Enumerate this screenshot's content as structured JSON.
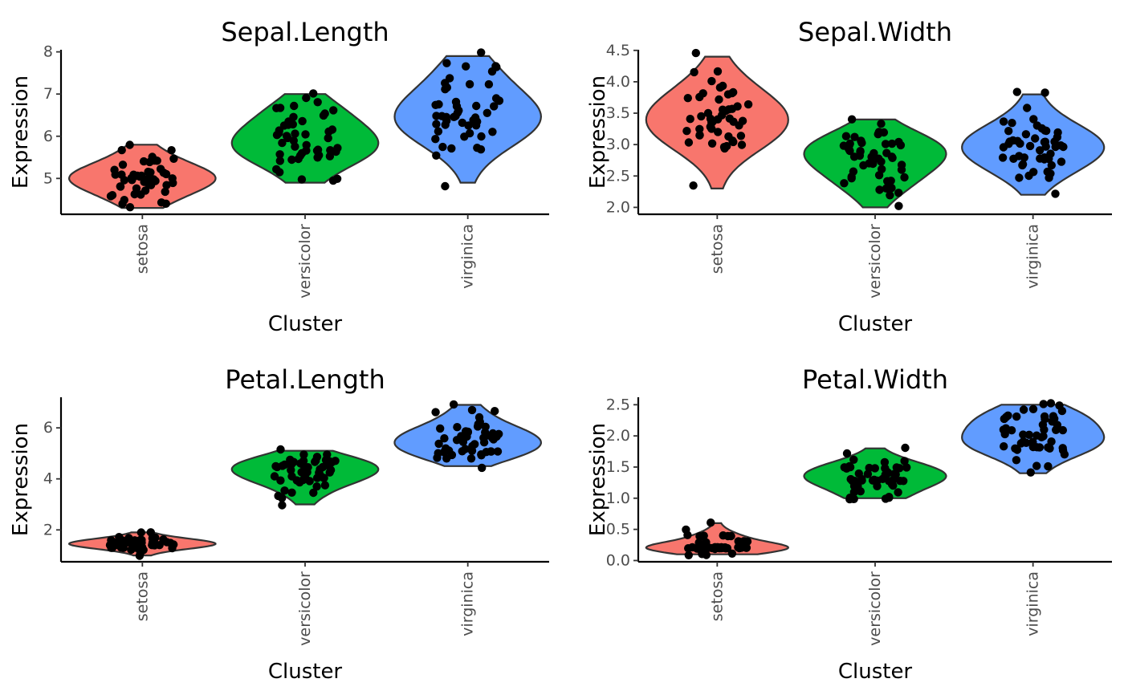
{
  "chart_data": [
    {
      "type": "violin",
      "title": "Sepal.Length",
      "xlabel": "Cluster",
      "ylabel": "Expression",
      "categories": [
        "setosa",
        "versicolor",
        "virginica"
      ],
      "yticks": [
        "5",
        "6",
        "7",
        "8"
      ],
      "ylim": [
        4.15,
        8.05
      ],
      "colors": [
        "#F8766D",
        "#00BA38",
        "#619CFF"
      ],
      "ranges": [
        [
          4.3,
          5.8
        ],
        [
          4.9,
          7.0
        ],
        [
          4.9,
          7.9
        ]
      ],
      "modes": [
        5.0,
        5.65,
        6.4
      ],
      "series": [
        {
          "name": "setosa",
          "values": [
            5.1,
            4.9,
            4.7,
            4.6,
            5.0,
            5.4,
            4.6,
            5.0,
            4.4,
            4.9,
            5.4,
            4.8,
            4.8,
            4.3,
            5.8,
            5.7,
            5.4,
            5.1,
            5.7,
            5.1,
            5.4,
            5.1,
            4.6,
            5.1,
            4.8,
            5.0,
            5.0,
            5.2,
            5.2,
            4.7,
            4.8,
            5.4,
            5.2,
            5.5,
            4.9,
            5.0,
            5.5,
            4.9,
            4.4,
            5.1,
            5.0,
            4.5,
            4.4,
            5.0,
            5.1,
            4.8,
            5.1,
            4.6,
            5.3,
            5.0
          ]
        },
        {
          "name": "versicolor",
          "values": [
            7.0,
            6.4,
            6.9,
            5.5,
            6.5,
            5.7,
            6.3,
            4.9,
            6.6,
            5.2,
            5.0,
            5.9,
            6.0,
            6.1,
            5.6,
            6.7,
            5.6,
            5.8,
            6.2,
            5.6,
            5.9,
            6.1,
            6.3,
            6.1,
            6.4,
            6.6,
            6.8,
            6.7,
            6.0,
            5.7,
            5.5,
            5.5,
            5.8,
            6.0,
            5.4,
            6.0,
            6.7,
            6.3,
            5.6,
            5.5,
            5.5,
            6.1,
            5.8,
            5.0,
            5.6,
            5.7,
            5.7,
            6.2,
            5.1,
            5.7
          ]
        },
        {
          "name": "virginica",
          "values": [
            6.3,
            5.8,
            7.1,
            6.3,
            6.5,
            7.6,
            4.9,
            7.3,
            6.7,
            7.2,
            6.5,
            6.4,
            6.8,
            5.7,
            5.8,
            6.4,
            6.5,
            7.7,
            7.7,
            6.0,
            6.9,
            5.6,
            7.7,
            6.3,
            6.7,
            7.2,
            6.2,
            6.1,
            6.4,
            7.2,
            7.4,
            7.9,
            6.4,
            6.3,
            6.1,
            7.7,
            6.3,
            6.4,
            6.0,
            6.9,
            6.7,
            6.9,
            5.8,
            6.8,
            6.7,
            6.7,
            6.3,
            6.5,
            6.2,
            5.9
          ]
        }
      ]
    },
    {
      "type": "violin",
      "title": "Sepal.Width",
      "xlabel": "Cluster",
      "ylabel": "Expression",
      "categories": [
        "setosa",
        "versicolor",
        "virginica"
      ],
      "yticks": [
        "2.0",
        "2.5",
        "3.0",
        "3.5",
        "4.0",
        "4.5"
      ],
      "ylim": [
        1.89,
        4.51
      ],
      "colors": [
        "#F8766D",
        "#00BA38",
        "#619CFF"
      ],
      "ranges": [
        [
          2.3,
          4.4
        ],
        [
          2.0,
          3.4
        ],
        [
          2.2,
          3.8
        ]
      ],
      "modes": [
        3.4,
        2.85,
        3.0
      ],
      "series": [
        {
          "name": "setosa",
          "values": [
            3.5,
            3.0,
            3.2,
            3.1,
            3.6,
            3.9,
            3.4,
            3.4,
            2.9,
            3.1,
            3.7,
            3.4,
            3.0,
            3.0,
            4.0,
            4.4,
            3.9,
            3.5,
            3.8,
            3.8,
            3.4,
            3.7,
            3.6,
            3.3,
            3.4,
            3.0,
            3.4,
            3.5,
            3.4,
            3.2,
            3.1,
            3.4,
            4.1,
            4.2,
            3.1,
            3.2,
            3.5,
            3.6,
            3.0,
            3.4,
            3.5,
            2.3,
            3.2,
            3.5,
            3.8,
            3.0,
            3.8,
            3.2,
            3.7,
            3.3
          ]
        },
        {
          "name": "versicolor",
          "values": [
            3.2,
            3.2,
            3.1,
            2.3,
            2.8,
            2.8,
            3.3,
            2.4,
            2.9,
            2.7,
            2.0,
            3.0,
            2.2,
            2.9,
            2.9,
            3.1,
            3.0,
            2.7,
            2.2,
            2.5,
            3.2,
            2.8,
            2.5,
            2.8,
            2.9,
            3.0,
            2.8,
            3.0,
            2.9,
            2.6,
            2.4,
            2.4,
            2.7,
            2.7,
            3.0,
            3.4,
            3.1,
            2.3,
            3.0,
            2.5,
            2.6,
            3.0,
            2.6,
            2.3,
            2.7,
            3.0,
            2.9,
            2.9,
            2.5,
            2.8
          ]
        },
        {
          "name": "virginica",
          "values": [
            3.3,
            2.7,
            3.0,
            2.9,
            3.0,
            3.0,
            2.5,
            2.9,
            2.5,
            3.6,
            3.2,
            2.7,
            3.0,
            2.5,
            2.8,
            3.2,
            3.0,
            3.8,
            2.6,
            2.2,
            3.2,
            2.8,
            2.8,
            2.7,
            3.3,
            3.2,
            2.8,
            3.0,
            2.8,
            3.0,
            2.8,
            3.8,
            2.8,
            2.8,
            2.6,
            3.0,
            3.4,
            3.1,
            3.0,
            3.1,
            3.1,
            3.1,
            2.7,
            3.2,
            3.3,
            3.0,
            2.5,
            3.0,
            3.4,
            3.0
          ]
        }
      ]
    },
    {
      "type": "violin",
      "title": "Petal.Length",
      "xlabel": "Cluster",
      "ylabel": "Expression",
      "categories": [
        "setosa",
        "versicolor",
        "virginica"
      ],
      "yticks": [
        "2",
        "4",
        "6"
      ],
      "ylim": [
        0.75,
        7.2
      ],
      "colors": [
        "#F8766D",
        "#00BA38",
        "#619CFF"
      ],
      "ranges": [
        [
          1.0,
          1.9
        ],
        [
          3.0,
          5.1
        ],
        [
          4.5,
          6.9
        ]
      ],
      "modes": [
        1.45,
        4.5,
        5.3
      ],
      "series": [
        {
          "name": "setosa",
          "values": [
            1.4,
            1.4,
            1.3,
            1.5,
            1.4,
            1.7,
            1.4,
            1.5,
            1.4,
            1.5,
            1.5,
            1.6,
            1.4,
            1.1,
            1.2,
            1.5,
            1.3,
            1.4,
            1.7,
            1.5,
            1.7,
            1.5,
            1.0,
            1.7,
            1.9,
            1.6,
            1.6,
            1.5,
            1.4,
            1.6,
            1.6,
            1.5,
            1.5,
            1.4,
            1.5,
            1.2,
            1.3,
            1.4,
            1.3,
            1.5,
            1.3,
            1.3,
            1.3,
            1.6,
            1.9,
            1.4,
            1.6,
            1.4,
            1.5,
            1.4
          ]
        },
        {
          "name": "versicolor",
          "values": [
            4.7,
            4.5,
            4.9,
            4.0,
            4.6,
            4.5,
            4.7,
            3.3,
            4.6,
            3.9,
            3.5,
            4.2,
            4.0,
            4.7,
            3.6,
            4.4,
            4.5,
            4.1,
            4.5,
            3.9,
            4.8,
            4.0,
            4.9,
            4.7,
            4.3,
            4.4,
            4.8,
            5.0,
            4.5,
            3.5,
            3.8,
            3.7,
            3.9,
            5.1,
            4.5,
            4.5,
            4.7,
            4.4,
            4.1,
            4.0,
            4.4,
            4.6,
            4.0,
            3.3,
            4.2,
            4.2,
            4.2,
            4.3,
            3.0,
            4.1
          ]
        },
        {
          "name": "virginica",
          "values": [
            6.0,
            5.1,
            5.9,
            5.6,
            5.8,
            6.6,
            4.5,
            6.3,
            5.8,
            6.1,
            5.1,
            5.3,
            5.5,
            5.0,
            5.1,
            5.3,
            5.5,
            6.7,
            6.9,
            5.0,
            5.7,
            4.9,
            6.7,
            4.9,
            5.7,
            6.0,
            4.8,
            4.9,
            5.6,
            5.8,
            6.1,
            6.4,
            5.6,
            5.1,
            5.6,
            6.1,
            5.6,
            5.5,
            4.8,
            5.4,
            5.6,
            5.1,
            5.1,
            5.9,
            5.7,
            5.2,
            5.0,
            5.2,
            5.4,
            5.1
          ]
        }
      ]
    },
    {
      "type": "violin",
      "title": "Petal.Width",
      "xlabel": "Cluster",
      "ylabel": "Expression",
      "categories": [
        "setosa",
        "versicolor",
        "virginica"
      ],
      "yticks": [
        "0.0",
        "0.5",
        "1.0",
        "1.5",
        "2.0",
        "2.5"
      ],
      "ylim": [
        -0.02,
        2.62
      ],
      "colors": [
        "#F8766D",
        "#00BA38",
        "#619CFF"
      ],
      "ranges": [
        [
          0.1,
          0.6
        ],
        [
          1.0,
          1.8
        ],
        [
          1.4,
          2.5
        ]
      ],
      "modes": [
        0.2,
        1.3,
        1.9
      ],
      "series": [
        {
          "name": "setosa",
          "values": [
            0.2,
            0.2,
            0.2,
            0.2,
            0.2,
            0.4,
            0.3,
            0.2,
            0.2,
            0.1,
            0.2,
            0.2,
            0.1,
            0.1,
            0.2,
            0.4,
            0.4,
            0.3,
            0.3,
            0.3,
            0.2,
            0.4,
            0.2,
            0.5,
            0.2,
            0.2,
            0.4,
            0.2,
            0.2,
            0.2,
            0.2,
            0.4,
            0.1,
            0.2,
            0.2,
            0.2,
            0.2,
            0.1,
            0.2,
            0.2,
            0.3,
            0.3,
            0.2,
            0.6,
            0.4,
            0.3,
            0.2,
            0.2,
            0.2,
            0.2
          ]
        },
        {
          "name": "versicolor",
          "values": [
            1.4,
            1.5,
            1.5,
            1.3,
            1.5,
            1.3,
            1.6,
            1.0,
            1.3,
            1.4,
            1.0,
            1.5,
            1.0,
            1.4,
            1.3,
            1.4,
            1.5,
            1.0,
            1.5,
            1.1,
            1.8,
            1.3,
            1.5,
            1.2,
            1.3,
            1.4,
            1.4,
            1.7,
            1.5,
            1.0,
            1.1,
            1.0,
            1.2,
            1.6,
            1.5,
            1.6,
            1.5,
            1.3,
            1.3,
            1.3,
            1.2,
            1.4,
            1.2,
            1.0,
            1.3,
            1.2,
            1.3,
            1.3,
            1.1,
            1.3
          ]
        },
        {
          "name": "virginica",
          "values": [
            2.5,
            1.9,
            2.1,
            1.8,
            2.2,
            2.1,
            1.7,
            1.8,
            1.8,
            2.5,
            2.0,
            1.9,
            2.1,
            2.0,
            2.4,
            2.3,
            1.8,
            2.2,
            2.3,
            1.5,
            2.3,
            2.0,
            2.0,
            1.8,
            2.1,
            1.8,
            1.8,
            1.8,
            2.1,
            1.6,
            1.9,
            2.0,
            2.2,
            1.5,
            1.4,
            2.3,
            2.4,
            1.8,
            1.8,
            2.1,
            2.4,
            2.3,
            1.9,
            2.3,
            2.5,
            2.3,
            1.9,
            2.0,
            2.3,
            1.8
          ]
        }
      ]
    }
  ]
}
